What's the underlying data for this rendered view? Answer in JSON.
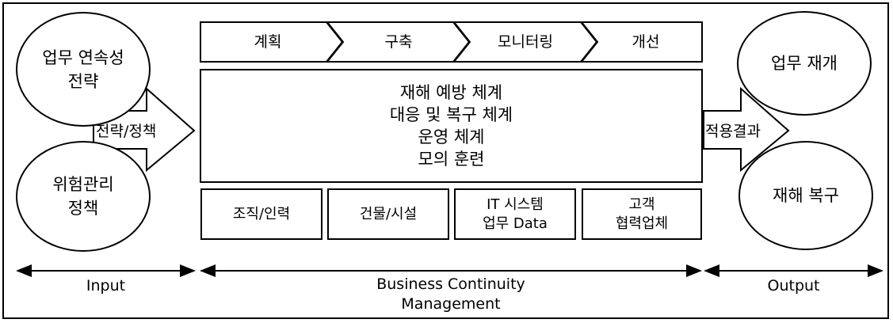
{
  "inputs": {
    "strategy_ellipse": [
      "업무 연속성",
      "전략"
    ],
    "risk_ellipse": [
      "위험관리",
      "정책"
    ],
    "arrow_label": "전략/정책"
  },
  "process_steps": [
    "계획",
    "구축",
    "모니터링",
    "개선"
  ],
  "center_box": [
    "재해 예방 체계",
    "대응 및 복구 체계",
    "운영 체계",
    "모의 훈련"
  ],
  "resources": [
    [
      "조직/인력"
    ],
    [
      "건물/시설"
    ],
    [
      "IT 시스템",
      "업무 Data"
    ],
    [
      "고객",
      "협력업체"
    ]
  ],
  "outputs": {
    "arrow_label": "적용결과",
    "resume_ellipse": "업무 재개",
    "recovery_ellipse": "재해 복구"
  },
  "bottom_labels": {
    "input": "Input",
    "bcm_line1": "Business Continuity",
    "bcm_line2": "Management",
    "output": "Output"
  }
}
